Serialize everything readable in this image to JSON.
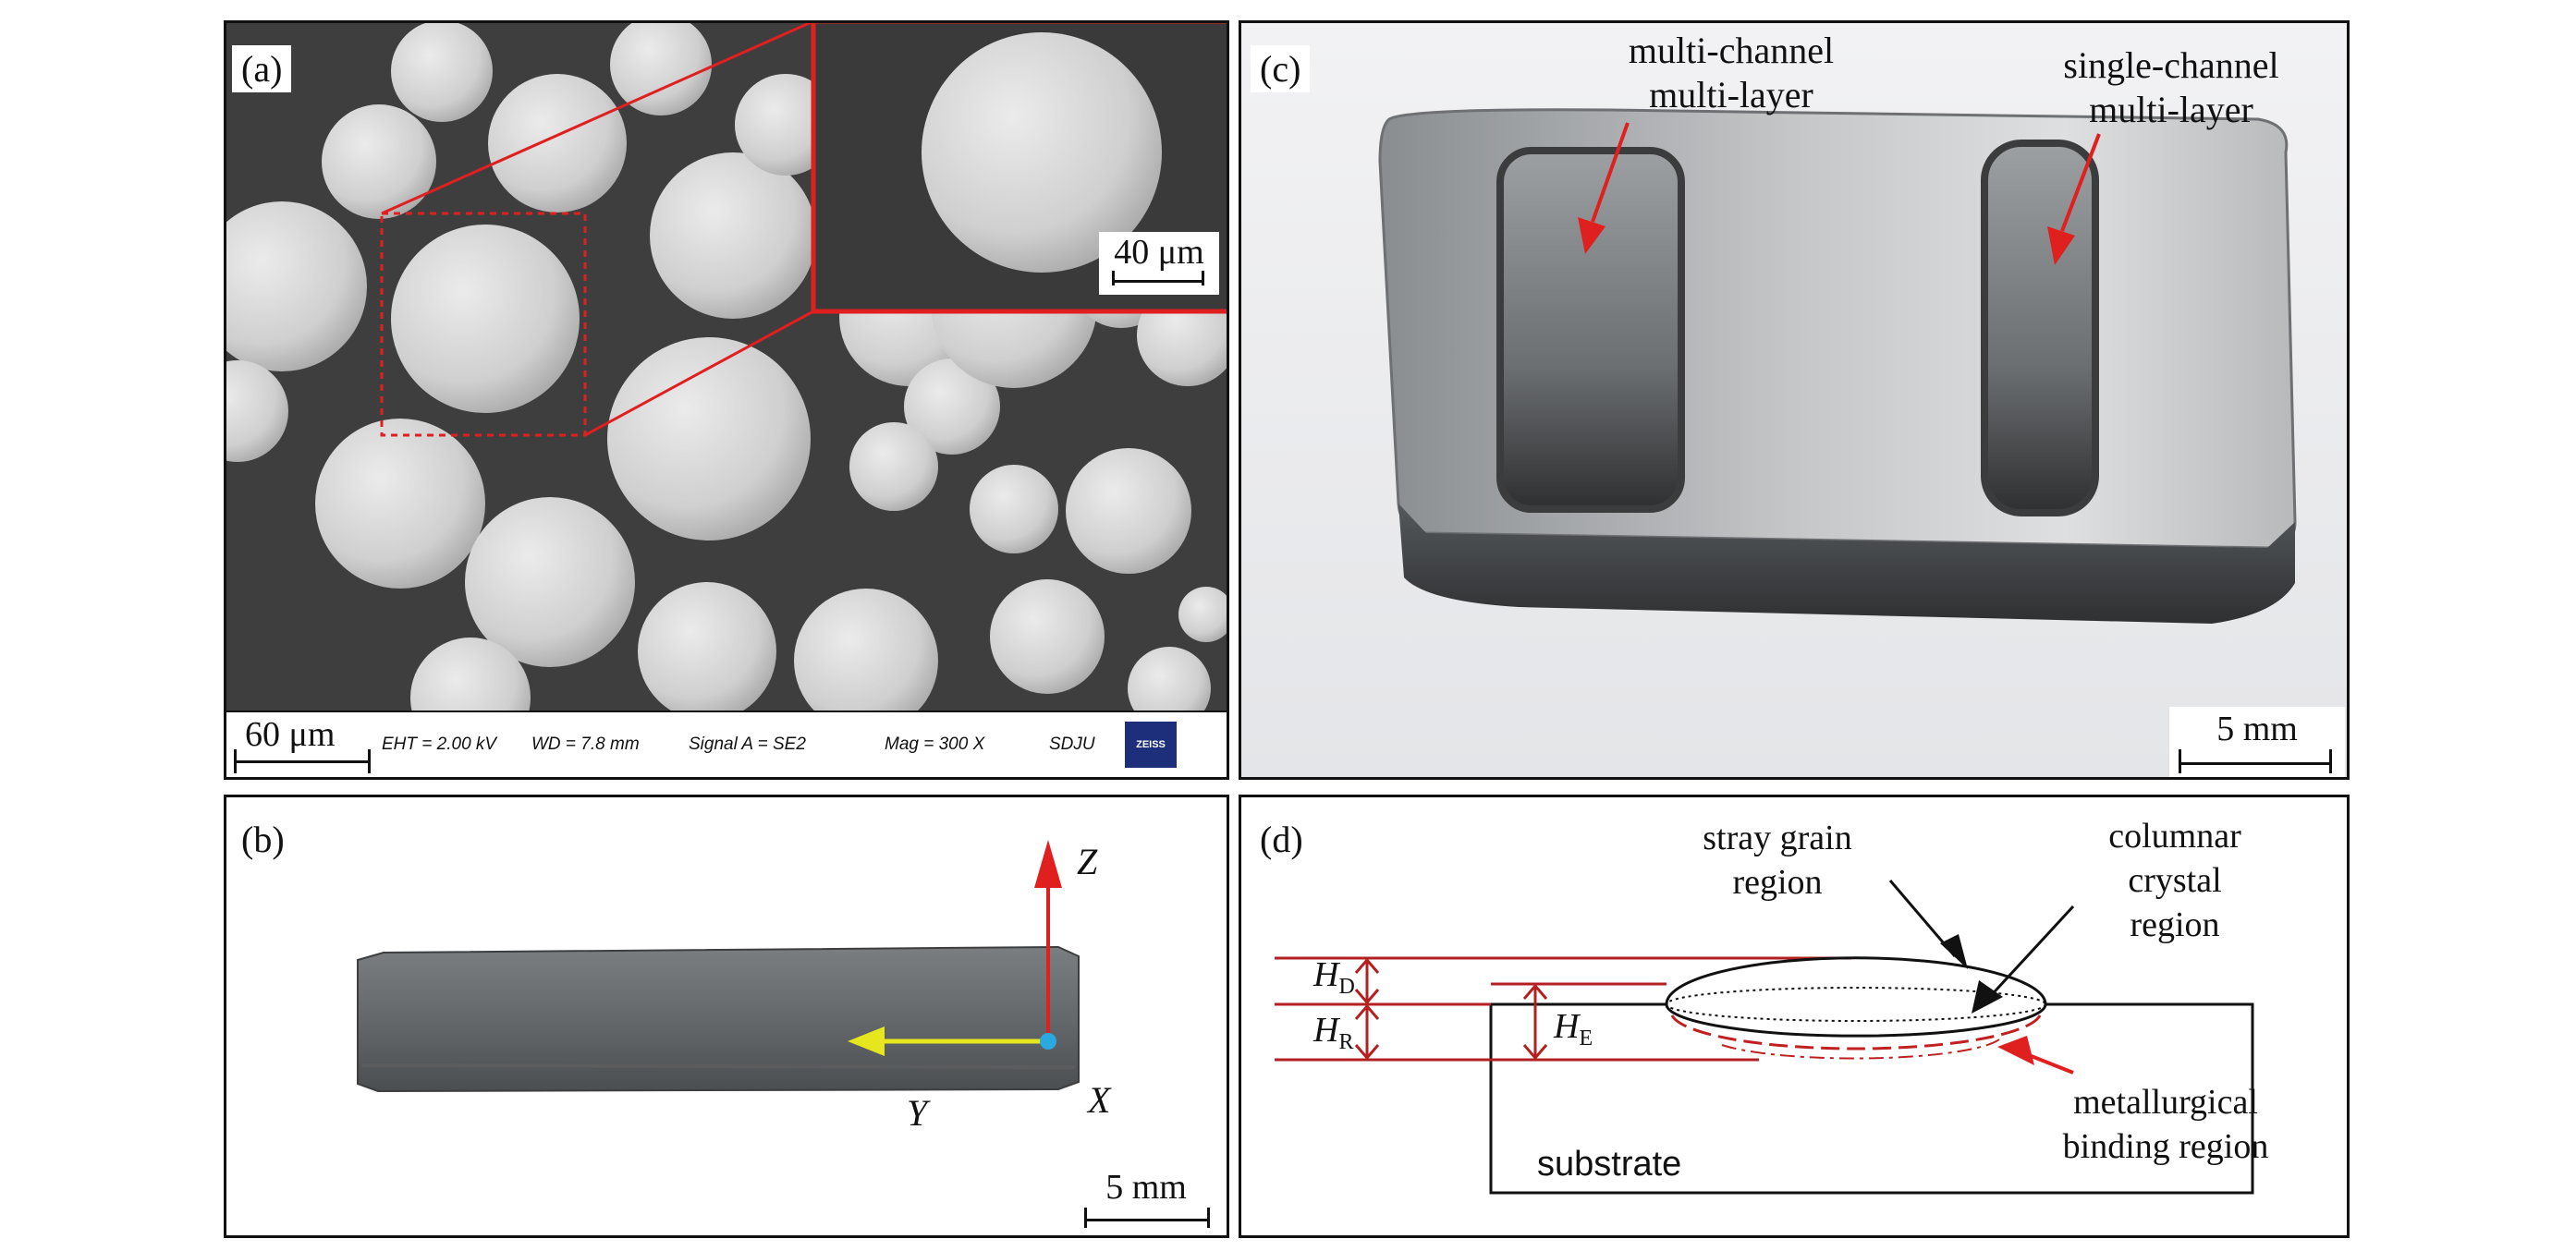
{
  "panels": {
    "a": {
      "label": "(a)",
      "inset_scale": "40 μm",
      "scale": "60 μm",
      "sem_info": {
        "eht": "EHT = 2.00 kV",
        "wd": "WD = 7.8 mm",
        "signal": "Signal A = SE2",
        "mag": "Mag = 300 X",
        "lab": "SDJU",
        "logo": "ZEISS"
      }
    },
    "b": {
      "label": "(b)",
      "axis_z": "Z",
      "axis_y": "Y",
      "axis_x": "X",
      "scale": "5 mm"
    },
    "c": {
      "label": "(c)",
      "multi_channel_line1": "multi-channel",
      "multi_channel_line2": "multi-layer",
      "single_channel_line1": "single-channel",
      "single_channel_line2": "multi-layer",
      "scale": "5 mm"
    },
    "d": {
      "label": "(d)",
      "stray_line1": "stray grain",
      "stray_line2": "region",
      "columnar_line1": "columnar",
      "columnar_line2": "crystal",
      "columnar_line3": "region",
      "hd_main": "H",
      "hd_sub": "D",
      "hr_main": "H",
      "hr_sub": "R",
      "he_main": "H",
      "he_sub": "E",
      "metallurgical_line1": "metallurgical",
      "metallurgical_line2": "binding region",
      "substrate": "substrate"
    }
  },
  "colors": {
    "annotation_red": "#e0201e",
    "sem_background": "#3e3e3e",
    "sphere": "#d4d4d4",
    "axis_arrow_yellow": "#e6e61e",
    "origin_dot": "#2aa8e0",
    "zeiss_blue": "#1d2f7a"
  }
}
